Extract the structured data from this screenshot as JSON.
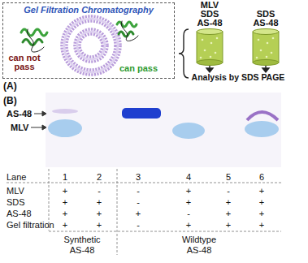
{
  "diagram": {
    "nodes": [
      {
        "text": [
          "Gel Filtration Chromatography"
        ]
      },
      {
        "text": [
          "MLV SDS AS-48"
        ]
      },
      {
        "text": [
          "SDS AS-48"
        ]
      }
    ],
    "labels": [
      "(A)",
      "can not pass",
      "can pass",
      "Analysis by SDS PAGE",
      "(B)",
      "AS-48",
      "MLV",
      "Lane",
      "1",
      "2",
      "3",
      "4",
      "5",
      "6",
      "MLV",
      "+",
      "-",
      "-",
      "+",
      "-",
      "+",
      "SDS",
      "+",
      "+",
      "-",
      "+",
      "+",
      "+",
      "AS-48",
      "+",
      "+",
      "+",
      "-",
      "+",
      "+",
      "Gel filtration",
      "+",
      "+",
      "-",
      "+",
      "+",
      "+",
      "Synthetic AS-48",
      "Wildtype AS-48"
    ]
  }
}
